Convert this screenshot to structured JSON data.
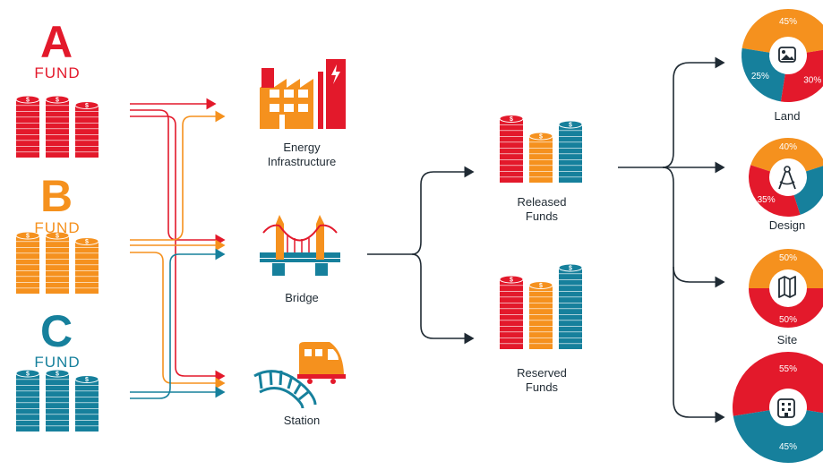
{
  "colors": {
    "red": "#e3192b",
    "orange": "#f5911e",
    "teal": "#16809c",
    "dark": "#1f2a33"
  },
  "funds": [
    {
      "letter": "A",
      "word": "FUND",
      "color": "#e3192b"
    },
    {
      "letter": "B",
      "word": "FUND",
      "color": "#f5911e"
    },
    {
      "letter": "C",
      "word": "FUND",
      "color": "#16809c"
    }
  ],
  "projects": [
    {
      "label_line1": "Energy",
      "label_line2": "Infrastructure",
      "icon": "factory-icon"
    },
    {
      "label_line1": "Bridge",
      "label_line2": "",
      "icon": "bridge-icon"
    },
    {
      "label_line1": "Station",
      "label_line2": "",
      "icon": "train-station-icon"
    }
  ],
  "fund_states": [
    {
      "label_line1": "Released",
      "label_line2": "Funds",
      "icon": "coin-stacks-icon"
    },
    {
      "label_line1": "Reserved",
      "label_line2": "Funds",
      "icon": "coin-stacks-icon"
    }
  ],
  "allocations": [
    {
      "label": "Land",
      "icon": "image-icon",
      "slices": [
        {
          "value": 45,
          "text": "45%",
          "color": "#f5911e"
        },
        {
          "value": 30,
          "text": "30%",
          "color": "#e3192b"
        },
        {
          "value": 25,
          "text": "25%",
          "color": "#16809c"
        }
      ]
    },
    {
      "label": "Design",
      "icon": "compass-icon",
      "slices": [
        {
          "value": 40,
          "text": "40%",
          "color": "#f5911e"
        },
        {
          "value": 25,
          "text": "",
          "color": "#16809c"
        },
        {
          "value": 35,
          "text": "35%",
          "color": "#e3192b"
        }
      ]
    },
    {
      "label": "Site",
      "icon": "map-icon",
      "slices": [
        {
          "value": 50,
          "text": "50%",
          "color": "#f5911e"
        },
        {
          "value": 50,
          "text": "50%",
          "color": "#e3192b"
        }
      ]
    },
    {
      "label": "",
      "icon": "building-icon",
      "slices": [
        {
          "value": 55,
          "text": "55%",
          "color": "#e3192b"
        },
        {
          "value": 45,
          "text": "45%",
          "color": "#16809c"
        }
      ]
    }
  ]
}
